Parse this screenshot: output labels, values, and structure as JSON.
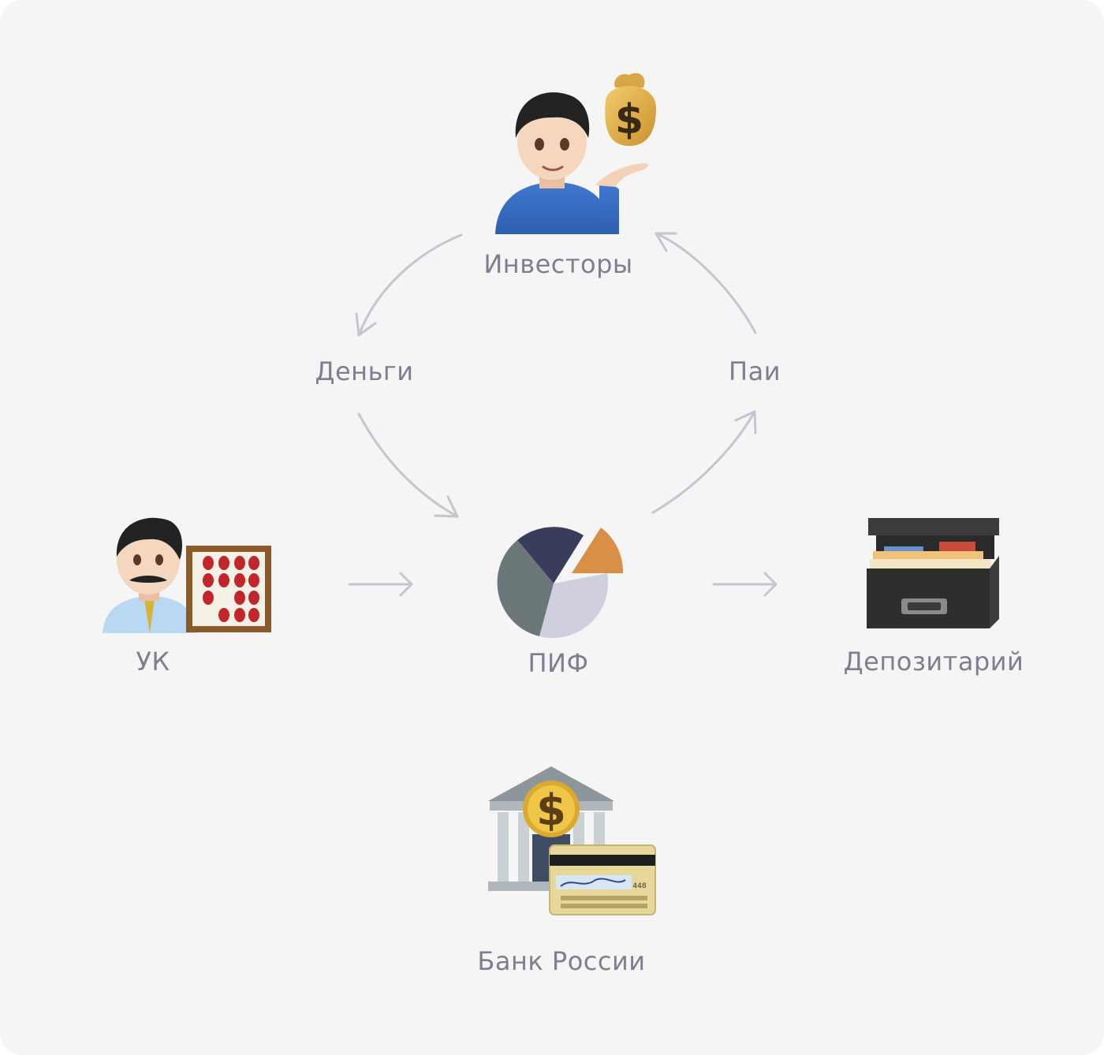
{
  "nodes": {
    "investors": {
      "label": "Инвесторы",
      "icon": "investor-with-money-bag-icon"
    },
    "fund": {
      "label": "ПИФ",
      "icon": "pie-chart-icon"
    },
    "management_company": {
      "label": "УК",
      "icon": "man-with-abacus-icon"
    },
    "depositary": {
      "label": "Депозитарий",
      "icon": "card-file-box-icon"
    },
    "central_bank": {
      "label": "Банк России",
      "icon": "bank-with-credit-card-icon"
    }
  },
  "flows": {
    "money": {
      "label": "Деньги"
    },
    "shares": {
      "label": "Паи"
    }
  },
  "colors": {
    "background": "#f5f5f5",
    "arrow": "#c5c5d1",
    "text": "#7e7e90",
    "pie_dark": "#3a3c5c",
    "pie_gray": "#6b7779",
    "pie_light": "#cfcfdd",
    "pie_orange": "#d98f45"
  }
}
